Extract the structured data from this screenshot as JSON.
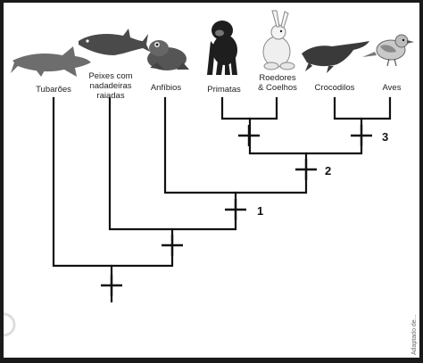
{
  "taxa": [
    {
      "id": "tubaroes",
      "label": [
        "Tubarões"
      ],
      "icon": "shark-icon"
    },
    {
      "id": "peixes",
      "label": [
        "Peixes com",
        "nadadeiras",
        "raiadas"
      ],
      "icon": "tuna-icon"
    },
    {
      "id": "anfibios",
      "label": [
        "Anfíbios"
      ],
      "icon": "frog-icon"
    },
    {
      "id": "primatas",
      "label": [
        "Primatas"
      ],
      "icon": "chimpanzee-icon"
    },
    {
      "id": "roedores",
      "label": [
        "Roedores",
        "& Coelhos"
      ],
      "icon": "rabbit-icon"
    },
    {
      "id": "crocodilos",
      "label": [
        "Crocodilos"
      ],
      "icon": "crocodile-icon"
    },
    {
      "id": "aves",
      "label": [
        "Aves"
      ],
      "icon": "bird-icon"
    }
  ],
  "node_labels": [
    "1",
    "2",
    "3"
  ],
  "credit": "Adaptado de..."
}
